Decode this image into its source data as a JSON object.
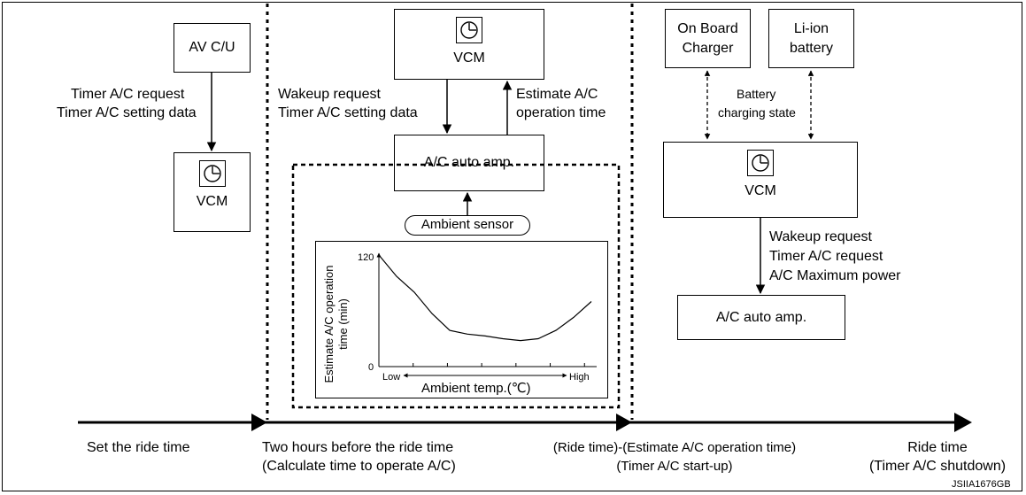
{
  "left_panel": {
    "av_cu": "AV C/U",
    "request_line1": "Timer A/C request",
    "request_line2": "Timer A/C setting data",
    "vcm": "VCM"
  },
  "middle_panel": {
    "vcm": "VCM",
    "wakeup_line1": "Wakeup request",
    "wakeup_line2": "Timer A/C setting data",
    "estimate_line1": "Estimate A/C",
    "estimate_line2": "operation time",
    "ac_auto_amp": "A/C auto amp.",
    "ambient_sensor": "Ambient sensor",
    "graph": {
      "y_label_line1": "Estimate A/C operation",
      "y_label_line2": "time (min)",
      "y_tick_max": "120",
      "y_tick_min": "0",
      "x_low": "Low",
      "x_high": "High",
      "x_label": "Ambient temp.(℃)"
    }
  },
  "right_panel": {
    "charger_line1": "On Board",
    "charger_line2": "Charger",
    "battery_line1": "Li-ion",
    "battery_line2": "battery",
    "state_line1": "Battery",
    "state_line2": "charging state",
    "vcm": "VCM",
    "req_line1": "Wakeup request",
    "req_line2": "Timer A/C request",
    "req_line3": "A/C Maximum power",
    "ac_auto_amp": "A/C auto amp."
  },
  "timeline": {
    "t1": "Set the ride time",
    "t2_line1": "Two hours before the ride time",
    "t2_line2": "(Calculate time to operate A/C)",
    "t3_line1": "(Ride time)-(Estimate A/C operation time)",
    "t3_line2": "(Timer A/C start-up)",
    "t4_line1": "Ride time",
    "t4_line2": "(Timer A/C shutdown)"
  },
  "figure_code": "JSIIA1676GB",
  "chart_data": {
    "type": "line",
    "xlabel": "Ambient temp.(℃)",
    "ylabel": "Estimate A/C operation time (min)",
    "x": [
      0,
      1,
      2,
      3,
      4,
      5,
      6,
      7,
      8,
      9,
      10,
      11,
      12
    ],
    "values": [
      120,
      97,
      80,
      57,
      39,
      35,
      33,
      30,
      28,
      30,
      39,
      53,
      70
    ],
    "ylim": [
      0,
      120
    ],
    "x_tick_labels": [
      "Low",
      "High"
    ]
  }
}
